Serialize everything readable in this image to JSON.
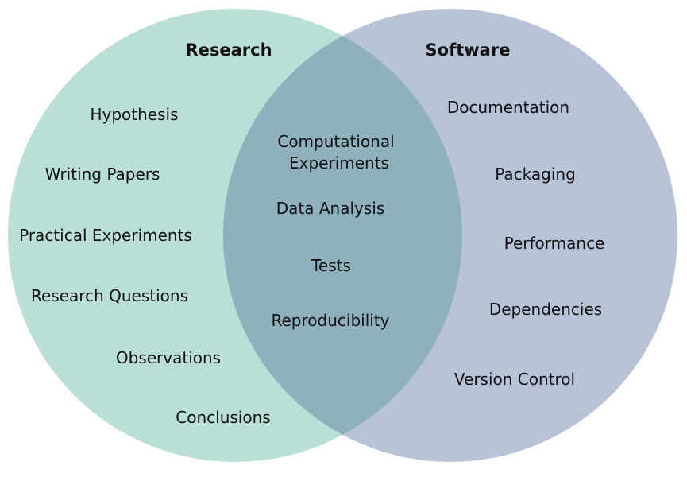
{
  "colors": {
    "research": "#b9dfd6",
    "software": "#b8c3d8",
    "overlap": "#8fb1bd",
    "text": "#111111"
  },
  "research": {
    "title": "Research",
    "items": [
      "Hypothesis",
      "Writing Papers",
      "Practical Experiments",
      "Research Questions",
      "Observations",
      "Conclusions"
    ]
  },
  "software": {
    "title": "Software",
    "items": [
      "Documentation",
      "Packaging",
      "Performance",
      "Dependencies",
      "Version Control"
    ]
  },
  "overlap": {
    "items": [
      "Computational",
      "Experiments",
      "Data Analysis",
      "Tests",
      "Reproducibility"
    ]
  }
}
